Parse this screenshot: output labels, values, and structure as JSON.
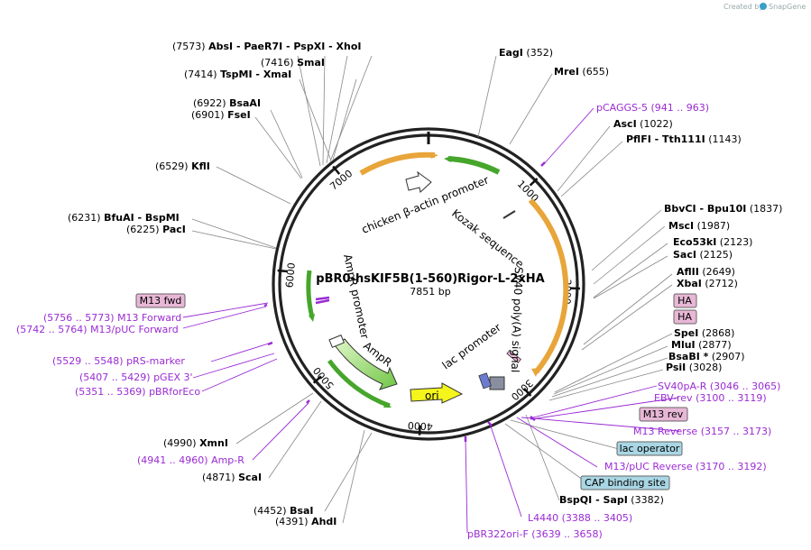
{
  "credit": {
    "prefix": "Created by",
    "brand": "SnapGene"
  },
  "plasmid": {
    "name": "pBR0-hsKIF5B(1-560)Rigor-L-2xHA",
    "length": "7851 bp"
  },
  "ticks": [
    "1000",
    "2000",
    "3000",
    "4000",
    "5000",
    "6000",
    "7000"
  ],
  "features": [
    {
      "key": "chicken_actin",
      "text": "chicken β-actin promoter"
    },
    {
      "key": "kozak",
      "text": "Kozak sequence"
    },
    {
      "key": "sv40",
      "text": "SV40 poly(A) signal"
    },
    {
      "key": "lac",
      "text": "lac promoter"
    },
    {
      "key": "ampr_prom",
      "text": "AmpR promoter"
    },
    {
      "key": "ampr",
      "text": "AmpR"
    },
    {
      "key": "ori",
      "text": "ori"
    }
  ],
  "sites": [
    {
      "key": "absi",
      "pos": "(7573)",
      "name": "AbsI",
      "extra": [
        " - PaeR7I",
        " - PspXI",
        " - XhoI"
      ]
    },
    {
      "key": "smai",
      "pos": "(7416)",
      "name": "SmaI",
      "extra": []
    },
    {
      "key": "tspmi",
      "pos": "(7414)",
      "name": "TspMI",
      "extra": [
        " - XmaI"
      ]
    },
    {
      "key": "bsaai",
      "pos": "(6922)",
      "name": "BsaAI",
      "extra": []
    },
    {
      "key": "fsei",
      "pos": "(6901)",
      "name": "FseI",
      "extra": []
    },
    {
      "key": "kfli",
      "pos": "(6529)",
      "name": "KflI",
      "extra": []
    },
    {
      "key": "bfuai",
      "pos": "(6231)",
      "name": "BfuAI",
      "extra": [
        " - BspMI"
      ]
    },
    {
      "key": "paci",
      "pos": "(6225)",
      "name": "PacI",
      "extra": []
    },
    {
      "key": "eagi",
      "pos": "(352)",
      "name": "EagI",
      "extra": []
    },
    {
      "key": "mrei",
      "pos": "(655)",
      "name": "MreI",
      "extra": []
    },
    {
      "key": "asci",
      "pos": "(1022)",
      "name": "AscI",
      "extra": []
    },
    {
      "key": "pflfi",
      "pos": "(1143)",
      "name": "PflFI",
      "extra": [
        " - Tth111I"
      ]
    },
    {
      "key": "bbvci",
      "pos": "(1837)",
      "name": "BbvCI",
      "extra": [
        " - Bpu10I"
      ]
    },
    {
      "key": "msci",
      "pos": "(1987)",
      "name": "MscI",
      "extra": []
    },
    {
      "key": "eco53ki",
      "pos": "(2123)",
      "name": "Eco53kI",
      "extra": []
    },
    {
      "key": "saci",
      "pos": "(2125)",
      "name": "SacI",
      "extra": []
    },
    {
      "key": "aflii",
      "pos": "(2649)",
      "name": "AflII",
      "extra": []
    },
    {
      "key": "xbai",
      "pos": "(2712)",
      "name": "XbaI",
      "extra": []
    },
    {
      "key": "spei",
      "pos": "(2868)",
      "name": "SpeI",
      "extra": []
    },
    {
      "key": "mlui",
      "pos": "(2877)",
      "name": "MluI",
      "extra": []
    },
    {
      "key": "bsabi",
      "pos": "(2907)",
      "name": "BsaBI *",
      "extra": []
    },
    {
      "key": "psii",
      "pos": "(3028)",
      "name": "PsiI",
      "extra": []
    },
    {
      "key": "bspqi",
      "pos": "(3382)",
      "name": "BspQI",
      "extra": [
        " - SapI"
      ]
    },
    {
      "key": "xmni",
      "pos": "(4990)",
      "name": "XmnI",
      "extra": []
    },
    {
      "key": "scai",
      "pos": "(4871)",
      "name": "ScaI",
      "extra": []
    },
    {
      "key": "bsai",
      "pos": "(4452)",
      "name": "BsaI",
      "extra": []
    },
    {
      "key": "ahdi",
      "pos": "(4391)",
      "name": "AhdI",
      "extra": []
    }
  ],
  "primers": [
    {
      "key": "pcaggs5",
      "name": "pCAGGS-5",
      "range": "(941 .. 963)"
    },
    {
      "key": "m13fwd_a",
      "name": "M13 Forward",
      "range": "(5756 .. 5773)"
    },
    {
      "key": "m13puc_fwd",
      "name": "M13/pUC Forward",
      "range": "(5742 .. 5764)"
    },
    {
      "key": "prsmarker",
      "name": "pRS-marker",
      "range": "(5529 .. 5548)"
    },
    {
      "key": "pgex3",
      "name": "pGEX 3'",
      "range": "(5407 .. 5429)"
    },
    {
      "key": "pbrforeco",
      "name": "pBRforEco",
      "range": "(5351 .. 5369)"
    },
    {
      "key": "ampr_primer",
      "name": "Amp-R",
      "range": "(4941 .. 4960)"
    },
    {
      "key": "sv40par",
      "name": "SV40pA-R",
      "range": "(3046 .. 3065)"
    },
    {
      "key": "ebvrev",
      "name": "EBV-rev",
      "range": "(3100 .. 3119)"
    },
    {
      "key": "m13reverse",
      "name": "M13 Reverse",
      "range": "(3157 .. 3173)"
    },
    {
      "key": "m13puc_rev",
      "name": "M13/pUC Reverse",
      "range": "(3170 .. 3192)"
    },
    {
      "key": "l4440",
      "name": "L4440",
      "range": "(3388 .. 3405)"
    },
    {
      "key": "pbr322ori",
      "name": "pBR322ori-F",
      "range": "(3639 .. 3658)"
    }
  ],
  "boxes": [
    {
      "key": "m13fwd",
      "text": "M13 fwd"
    },
    {
      "key": "ha1",
      "text": "HA"
    },
    {
      "key": "ha2",
      "text": "HA"
    },
    {
      "key": "m13rev",
      "text": "M13 rev"
    },
    {
      "key": "lacop",
      "text": "lac operator"
    },
    {
      "key": "cap",
      "text": "CAP binding site"
    }
  ],
  "colors": {
    "primer": "#9a2bd3",
    "orange": "#e8a53a",
    "green": "#46a62c",
    "yellow": "#f4f51b",
    "pink": "#e8b7d6",
    "teal": "#a9d6e4"
  }
}
